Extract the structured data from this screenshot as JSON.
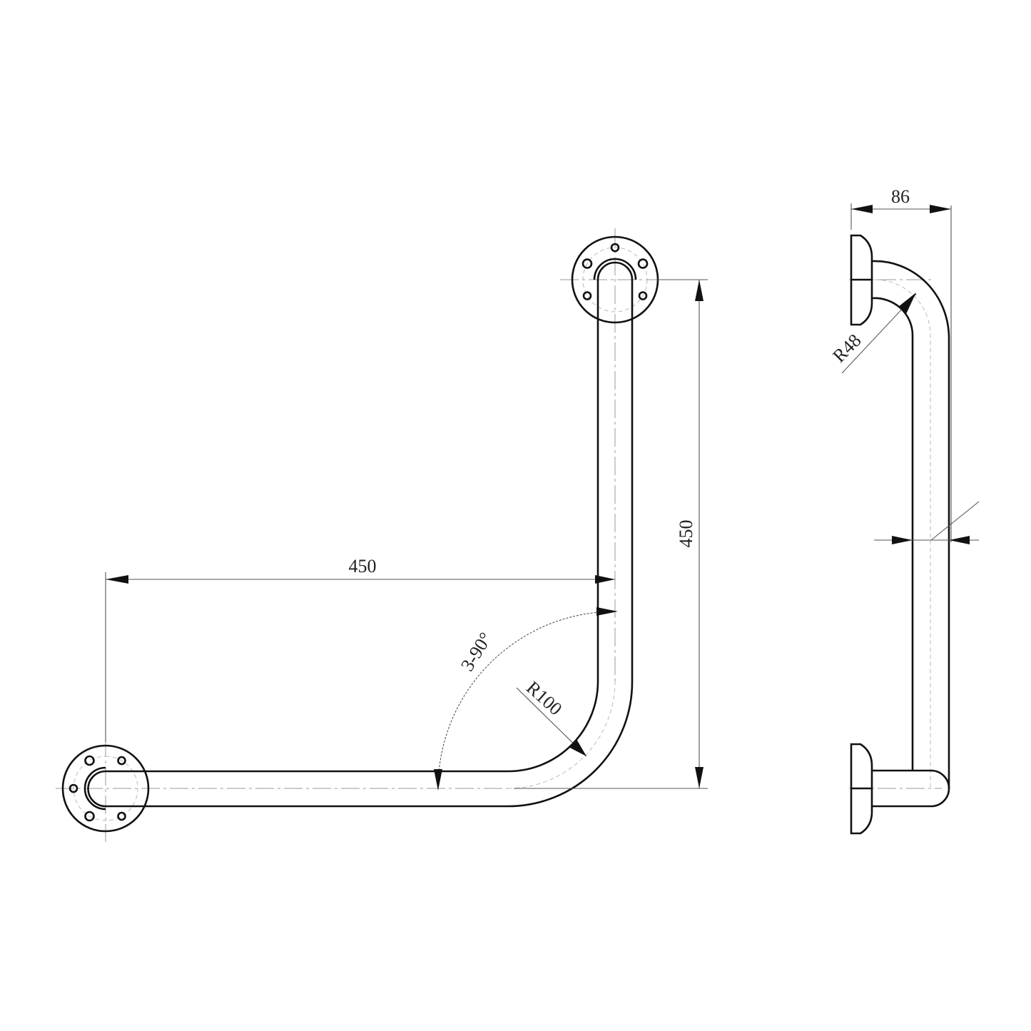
{
  "front_view": {
    "horizontal_length": "450",
    "vertical_length": "450",
    "angle": "3-90°",
    "bend_radius": "R100"
  },
  "side_view": {
    "depth": "86",
    "bend_radius": "R48"
  },
  "colors": {
    "line": "#111111",
    "centerline": "#999999"
  }
}
